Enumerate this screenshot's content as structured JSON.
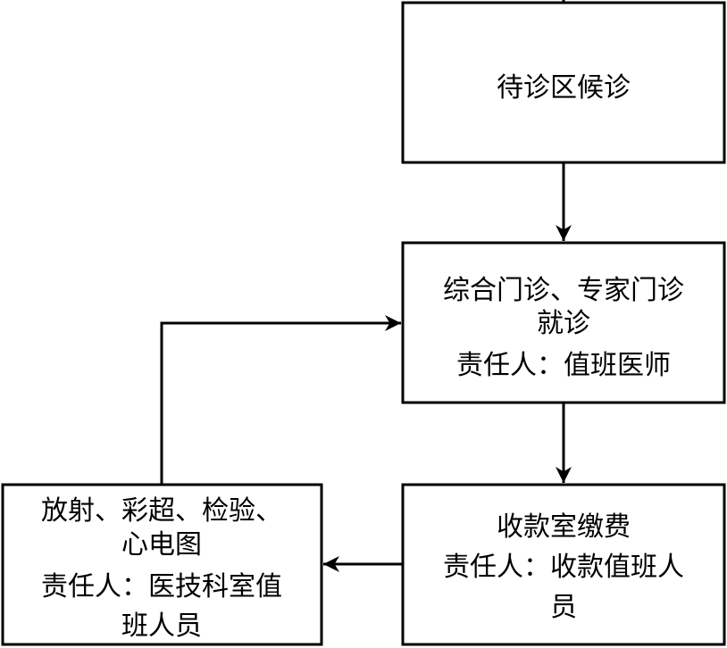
{
  "nodes": {
    "waiting": {
      "lines": [
        "待诊区候诊"
      ]
    },
    "consult": {
      "lines": [
        "综合门诊、专家门诊",
        "就诊",
        "责任人：值班医师"
      ]
    },
    "payment": {
      "lines": [
        "收款室缴费",
        "责任人：收款值班人",
        "员"
      ]
    },
    "tech": {
      "lines": [
        "放射、彩超、检验、",
        "心电图",
        "责任人：医技科室值",
        "班人员"
      ]
    }
  },
  "edges": [
    {
      "from": "waiting",
      "to": "consult"
    },
    {
      "from": "consult",
      "to": "payment"
    },
    {
      "from": "payment",
      "to": "tech"
    },
    {
      "from": "tech",
      "to": "consult"
    }
  ],
  "colors": {
    "stroke": "#000000",
    "fill": "#ffffff"
  }
}
